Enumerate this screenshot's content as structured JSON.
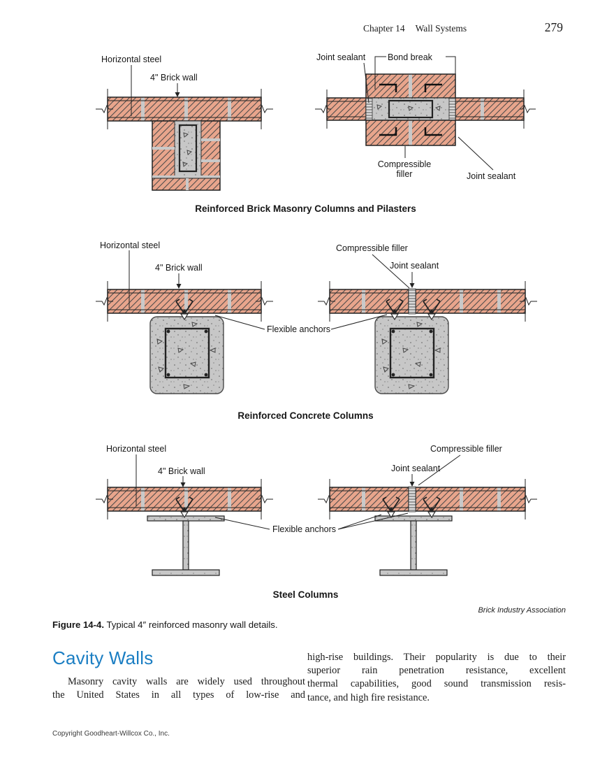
{
  "header": {
    "chapter": "Chapter 14",
    "section": "Wall Systems",
    "page": "279"
  },
  "diagram_labels": {
    "d1_horizontal_steel": "Horizontal steel",
    "d1_brick_wall": "4\" Brick wall",
    "d2_joint_sealant_top": "Joint sealant",
    "d2_bond_break": "Bond break",
    "d2_compressible_filler": "Compressible filler",
    "d2_joint_sealant_bottom": "Joint sealant",
    "caption_top": "Reinforced Brick Masonry Columns and Pilasters",
    "d3_horizontal_steel": "Horizontal steel",
    "d3_brick_wall": "4\" Brick wall",
    "d4_compressible_filler": "Compressible filler",
    "d4_joint_sealant": "Joint sealant",
    "mid_flexible_anchors": "Flexible anchors",
    "caption_middle": "Reinforced Concrete Columns",
    "d5_horizontal_steel": "Horizontal steel",
    "d5_brick_wall": "4\" Brick wall",
    "d6_compressible_filler": "Compressible filler",
    "d6_joint_sealant": "Joint sealant",
    "bot_flexible_anchors": "Flexible anchors",
    "caption_bottom": "Steel Columns"
  },
  "figure": {
    "credit": "Brick Industry Association",
    "label": "Figure 14-4.",
    "caption": " Typical 4″ reinforced masonry wall details."
  },
  "body": {
    "heading": "Cavity Walls",
    "left_lines": [
      "Masonry cavity walls are widely used throughout",
      "the United States in all types of low-rise and"
    ],
    "right_lines": [
      "high-rise buildings. Their popularity is due to their",
      "superior rain penetration resistance, excellent",
      "thermal capabilities, good sound transmission resis-",
      "tance, and high fire resistance."
    ]
  },
  "footer": {
    "copyright": "Copyright Goodheart-Willcox Co., Inc."
  },
  "colors": {
    "brick": "#E8A58C",
    "concrete": "#C7C7C7",
    "heading_blue": "#1B7EC3"
  }
}
